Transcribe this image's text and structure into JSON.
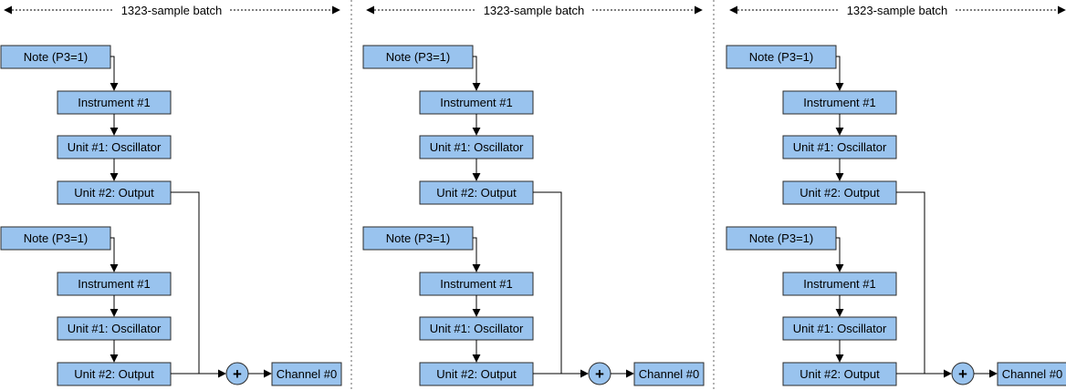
{
  "batch_label": "1323-sample batch",
  "note_label": "Note (P3=1)",
  "instrument_label": "Instrument #1",
  "oscillator_label": "Unit #1: Oscillator",
  "output_label": "Unit #2: Output",
  "adder_symbol": "+",
  "channel_label": "Channel #0",
  "panel_count": 3,
  "voices_per_panel": 2,
  "colors": {
    "box_fill": "#99c3ee",
    "box_stroke": "#2b2b2b",
    "line": "#000000",
    "separator": "#666666"
  }
}
